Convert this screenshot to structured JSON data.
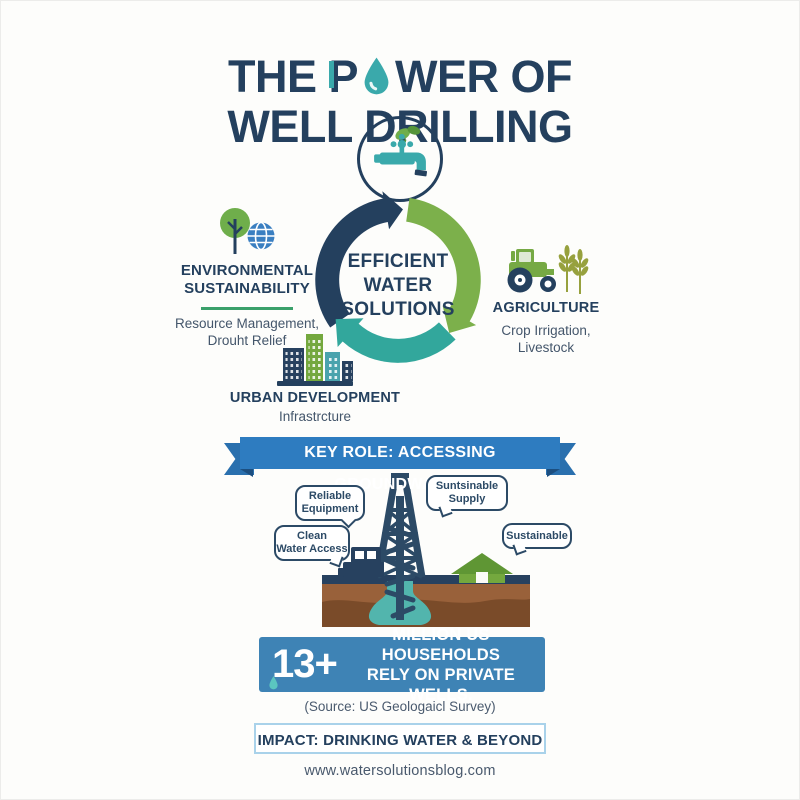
{
  "header": {
    "title_line1_the": "THE ",
    "title_line1_p": "P",
    "title_line1_rest": "WER OF",
    "title_line2": "WELL DRILLING"
  },
  "cycle": {
    "line1": "EFFICIENT",
    "line2": "WATER",
    "line3": "SOLUTIONS"
  },
  "sections": {
    "environment": {
      "heading1": "ENVIRONMENTAL",
      "heading2": "SUSTAINABILITY",
      "sub1": "Resource Management,",
      "sub2": "Drouht Relief",
      "icons": [
        "tree-icon",
        "globe-icon"
      ]
    },
    "agriculture": {
      "heading": "AGRICULTURE",
      "sub1": "Crop Irrigation,",
      "sub2": "Livestock",
      "icons": [
        "tractor-icon",
        "wheat-icon"
      ]
    },
    "urban": {
      "heading": "URBAN DEVELOPMENT",
      "sub": "Infrastrcture",
      "icons": [
        "city-buildings-icon"
      ]
    }
  },
  "ribbon": {
    "label": "KEY ROLE: ACCESSING GROUNDWATER"
  },
  "bubbles": {
    "b1_line1": "Reliable",
    "b1_line2": "Equipment",
    "b2_line1": "Suntsinable",
    "b2_line2": "Supply",
    "b3_line1": "Clean",
    "b3_line2": "Water Access",
    "b4": "Sustainable"
  },
  "stat": {
    "number": "13+",
    "line1": "MILLION US HOUSEHOLDS",
    "line2": "RELY ON PRIVATE WELLS.",
    "source": "(Source: US Geologaicl Survey)"
  },
  "impact": {
    "label": "IMPACT: DRINKING WATER & BEYOND"
  },
  "footer": {
    "url": "www.watersolutionsblog.com"
  },
  "colors": {
    "navy": "#24405e",
    "teal": "#3aa9ab",
    "green": "#76a944",
    "ribbon_blue": "#2e7cc0",
    "stat_blue": "#3e83b5",
    "soil_brown": "#99613a",
    "soil_dark": "#7a4b29",
    "body_text": "#44566b"
  }
}
